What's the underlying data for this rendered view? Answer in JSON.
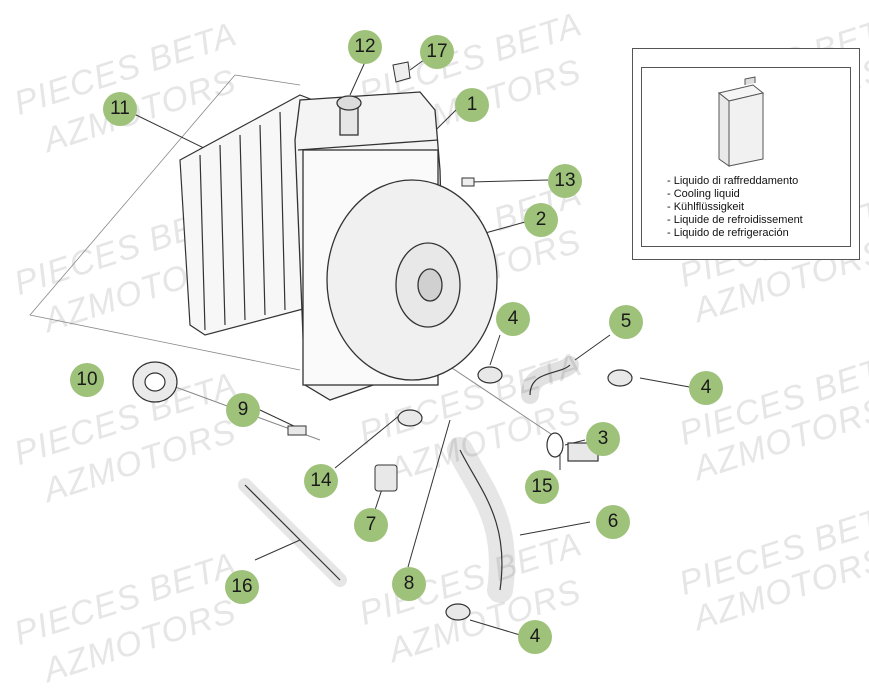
{
  "watermark": {
    "line1": "PIECES BETA",
    "line2": "AZMOTORS"
  },
  "legend": {
    "lines": [
      "- Liquido di raffreddamento",
      "- Cooling liquid",
      "- Kühlflüssigkeit",
      "- Liquide de refroidissement",
      "- Liquido de refrigeración"
    ]
  },
  "callouts": [
    "12",
    "17",
    "11",
    "1",
    "13",
    "2",
    "4",
    "5",
    "10",
    "4",
    "9",
    "3",
    "14",
    "15",
    "7",
    "6",
    "16",
    "8",
    "4"
  ],
  "colors": {
    "callout_fill": "#9fc27b",
    "line": "#333333",
    "watermark": "#e6e6e6"
  }
}
